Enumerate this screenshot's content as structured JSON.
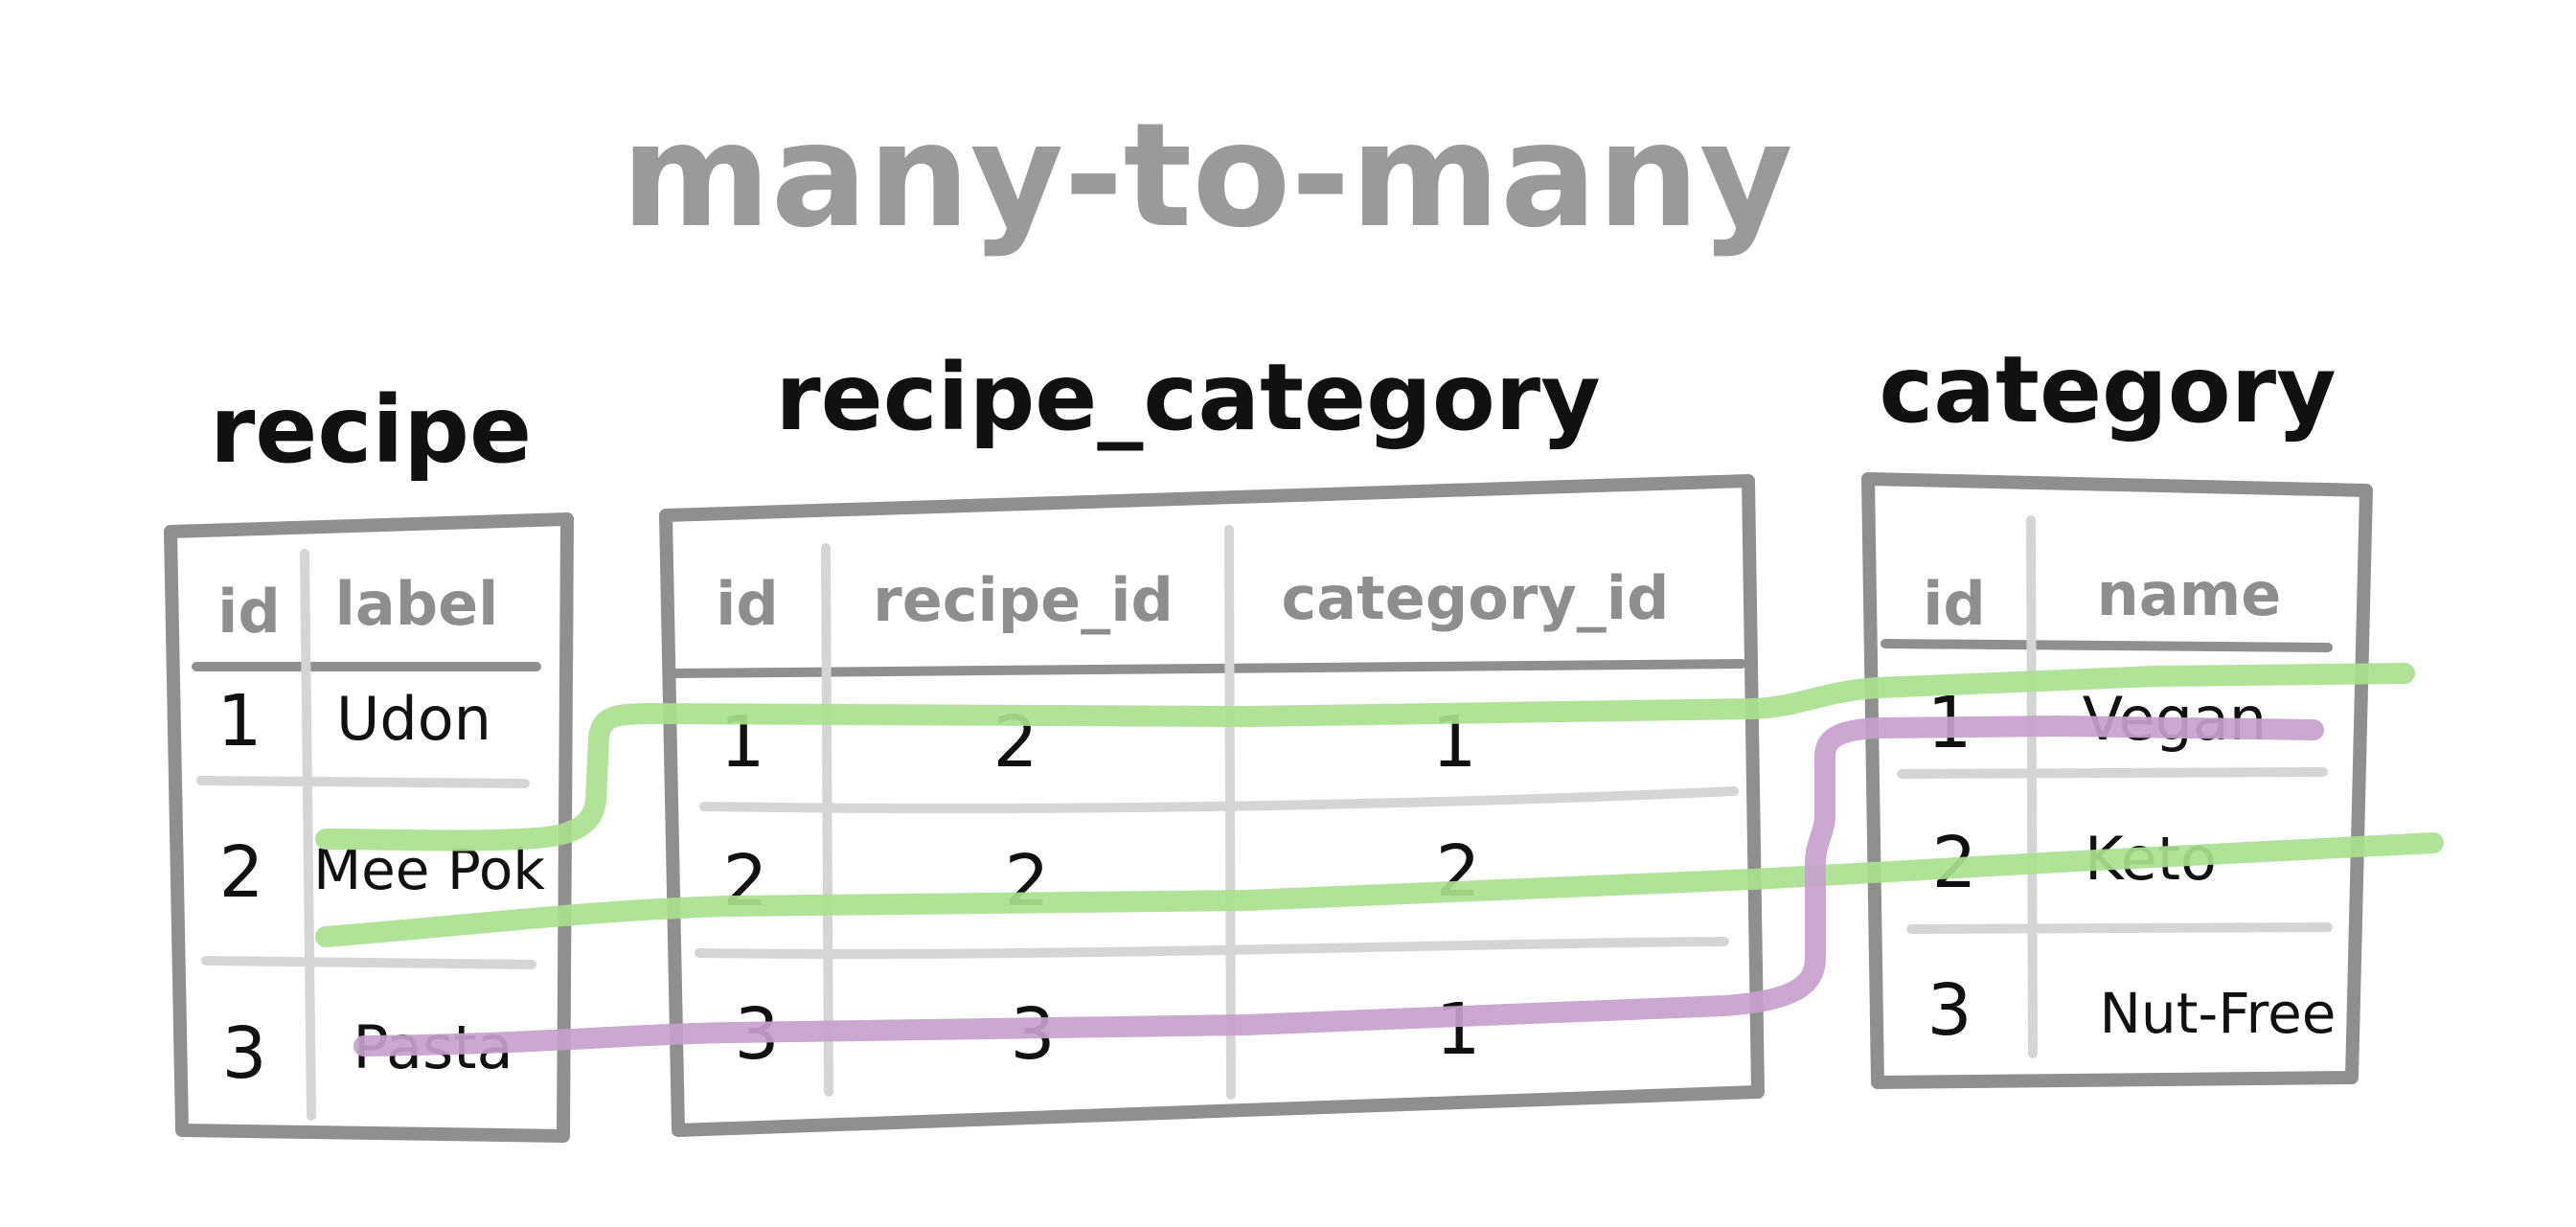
{
  "title": "many-to-many",
  "colors": {
    "link_green": "#a9df8f",
    "link_purple": "#c6a1cc",
    "frame": "#8f8f8f",
    "divider": "#d5d5d5"
  },
  "tables": {
    "recipe": {
      "name": "recipe",
      "headers": [
        "id",
        "label"
      ],
      "rows": [
        [
          "1",
          "Udon"
        ],
        [
          "2",
          "Mee Pok"
        ],
        [
          "3",
          "Pasta"
        ]
      ]
    },
    "recipe_category": {
      "name": "recipe_category",
      "headers": [
        "id",
        "recipe_id",
        "category_id"
      ],
      "rows": [
        [
          "1",
          "2",
          "1"
        ],
        [
          "2",
          "2",
          "2"
        ],
        [
          "3",
          "3",
          "1"
        ]
      ]
    },
    "category": {
      "name": "category",
      "headers": [
        "id",
        "name"
      ],
      "rows": [
        [
          "1",
          "Vegan"
        ],
        [
          "2",
          "Keto"
        ],
        [
          "3",
          "Nut-Free"
        ]
      ]
    }
  }
}
